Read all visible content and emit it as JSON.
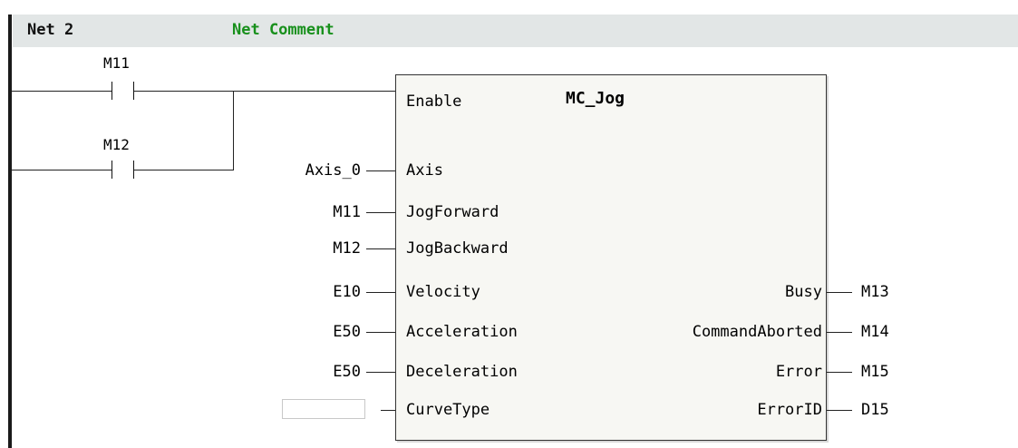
{
  "header": {
    "net_label": "Net 2",
    "comment": "Net Comment"
  },
  "contacts": [
    {
      "name": "M11"
    },
    {
      "name": "M12"
    }
  ],
  "block": {
    "title": "MC_Jog",
    "enable_pin": "Enable",
    "inputs": [
      {
        "pin": "Axis",
        "value": "Axis_0"
      },
      {
        "pin": "JogForward",
        "value": "M11"
      },
      {
        "pin": "JogBackward",
        "value": "M12"
      },
      {
        "pin": "Velocity",
        "value": "E10"
      },
      {
        "pin": "Acceleration",
        "value": "E50"
      },
      {
        "pin": "Deceleration",
        "value": "E50"
      },
      {
        "pin": "CurveType",
        "value": ""
      }
    ],
    "outputs": [
      {
        "pin": "Busy",
        "value": "M13"
      },
      {
        "pin": "CommandAborted",
        "value": "M14"
      },
      {
        "pin": "Error",
        "value": "M15"
      },
      {
        "pin": "ErrorID",
        "value": "D15"
      }
    ]
  }
}
